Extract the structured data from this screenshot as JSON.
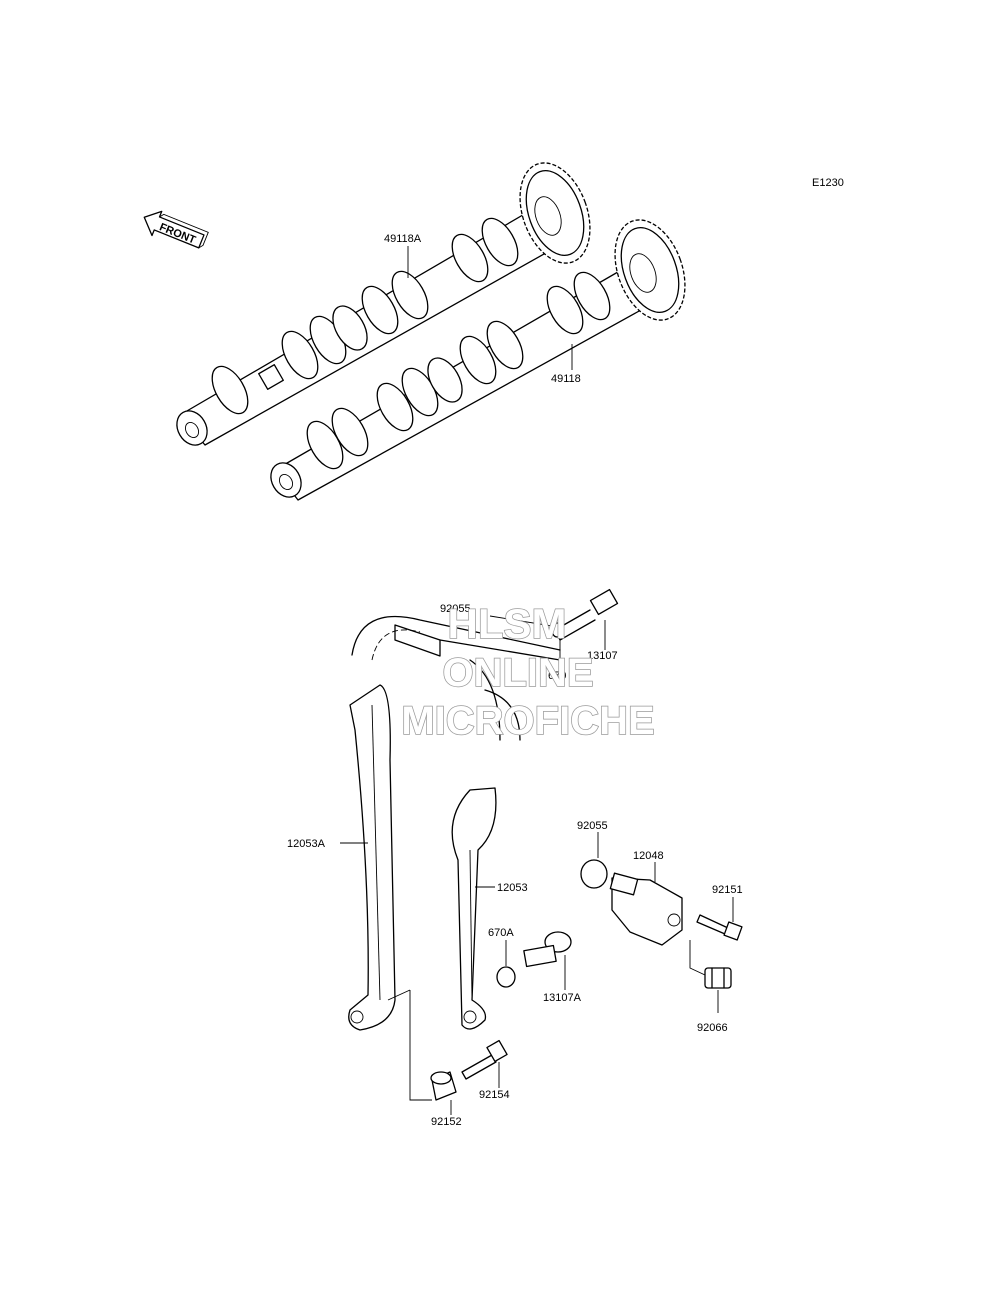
{
  "diagram_code": "E1230",
  "front_label": "FRONT",
  "parts": {
    "p49118A": "49118A",
    "p49118": "49118",
    "p92055_top": "92055",
    "p13107": "13107",
    "p670": "670",
    "p12053A": "12053A",
    "p12053": "12053",
    "p92055": "92055",
    "p12048": "12048",
    "p92151": "92151",
    "p670A": "670A",
    "p13107A": "13107A",
    "p92066": "92066",
    "p92154": "92154",
    "p92152": "92152"
  },
  "watermark": {
    "line1": "HLSM",
    "line2": "ONLINE",
    "line3": "MICROFICHE"
  }
}
